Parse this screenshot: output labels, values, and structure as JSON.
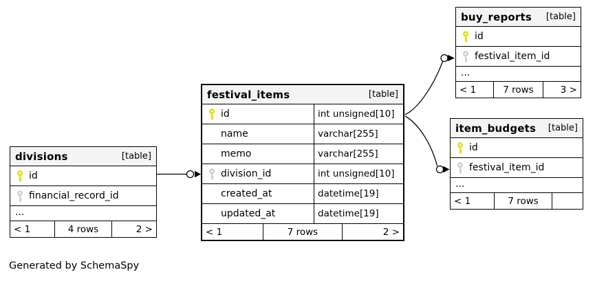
{
  "note": "Generated by SchemaSpy",
  "colors": {
    "primary_key": "#dddd00",
    "foreign_key": "#cccccc",
    "header_bg": "#f4f4f4",
    "border": "#000000",
    "background": "#ffffff"
  },
  "tables": [
    {
      "name": "divisions",
      "badge": "[table]",
      "columns": [
        {
          "name": "id",
          "key": "primary"
        },
        {
          "name": "financial_record_id",
          "key": "foreign"
        }
      ],
      "more": "...",
      "footer": [
        "< 1",
        "4 rows",
        "2 >"
      ]
    },
    {
      "name": "festival_items",
      "badge": "[table]",
      "columns": [
        {
          "name": "id",
          "key": "primary",
          "type": "int unsigned[10]"
        },
        {
          "name": "name",
          "type": "varchar[255]"
        },
        {
          "name": "memo",
          "type": "varchar[255]"
        },
        {
          "name": "division_id",
          "key": "foreign",
          "type": "int unsigned[10]"
        },
        {
          "name": "created_at",
          "type": "datetime[19]"
        },
        {
          "name": "updated_at",
          "type": "datetime[19]"
        }
      ],
      "footer": [
        "< 1",
        "7 rows",
        "2 >"
      ]
    },
    {
      "name": "buy_reports",
      "badge": "[table]",
      "columns": [
        {
          "name": "id",
          "key": "primary"
        },
        {
          "name": "festival_item_id",
          "key": "foreign"
        }
      ],
      "more": "...",
      "footer": [
        "< 1",
        "7 rows",
        "3 >"
      ]
    },
    {
      "name": "item_budgets",
      "badge": "[table]",
      "columns": [
        {
          "name": "id",
          "key": "primary"
        },
        {
          "name": "festival_item_id",
          "key": "foreign"
        }
      ],
      "more": "...",
      "footer": [
        "< 1",
        "7 rows",
        ""
      ]
    }
  ],
  "relationships": [
    {
      "from": "divisions.id",
      "to": "festival_items.division_id"
    },
    {
      "from": "festival_items.id",
      "to": "buy_reports.festival_item_id"
    },
    {
      "from": "festival_items.id",
      "to": "item_budgets.festival_item_id"
    }
  ]
}
